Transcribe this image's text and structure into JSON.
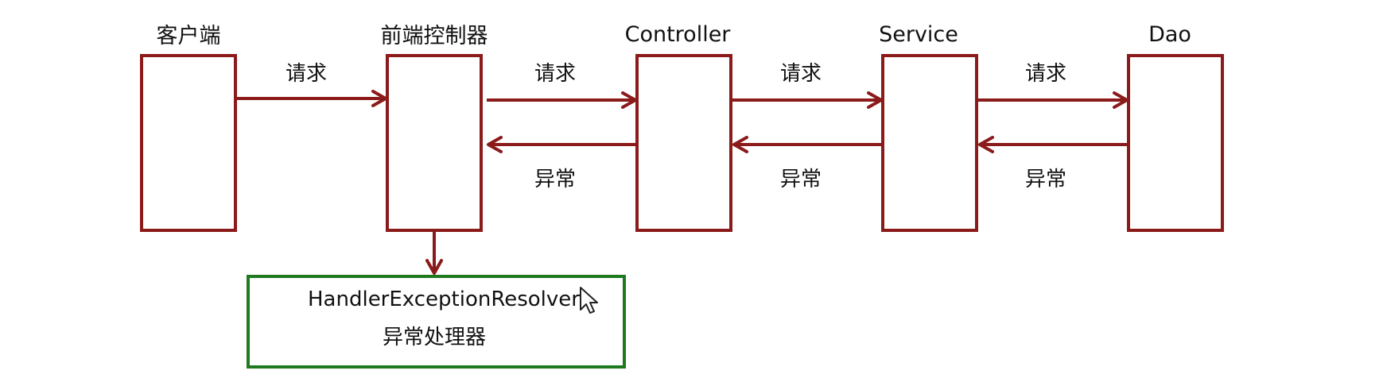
{
  "colors": {
    "node_border": "#8b1a1a",
    "arrow": "#8b1a1a",
    "handler_border": "#1f7a1f",
    "text": "#111111",
    "background": "#ffffff"
  },
  "nodes": [
    {
      "id": "client",
      "title": "客户端"
    },
    {
      "id": "front_controller",
      "title": "前端控制器"
    },
    {
      "id": "controller",
      "title": "Controller"
    },
    {
      "id": "service",
      "title": "Service"
    },
    {
      "id": "dao",
      "title": "Dao"
    }
  ],
  "edges": [
    {
      "from": "client",
      "to": "front_controller",
      "label": "请求"
    },
    {
      "from": "front_controller",
      "to": "controller",
      "label": "请求"
    },
    {
      "from": "controller",
      "to": "service",
      "label": "请求"
    },
    {
      "from": "service",
      "to": "dao",
      "label": "请求"
    },
    {
      "from": "controller",
      "to": "front_controller",
      "label": "异常"
    },
    {
      "from": "service",
      "to": "controller",
      "label": "异常"
    },
    {
      "from": "dao",
      "to": "service",
      "label": "异常"
    },
    {
      "from": "front_controller",
      "to": "handler",
      "label": ""
    }
  ],
  "handler": {
    "name": "HandlerExceptionResolver",
    "description": "异常处理器"
  },
  "cursor_icon": "mouse-pointer-icon"
}
